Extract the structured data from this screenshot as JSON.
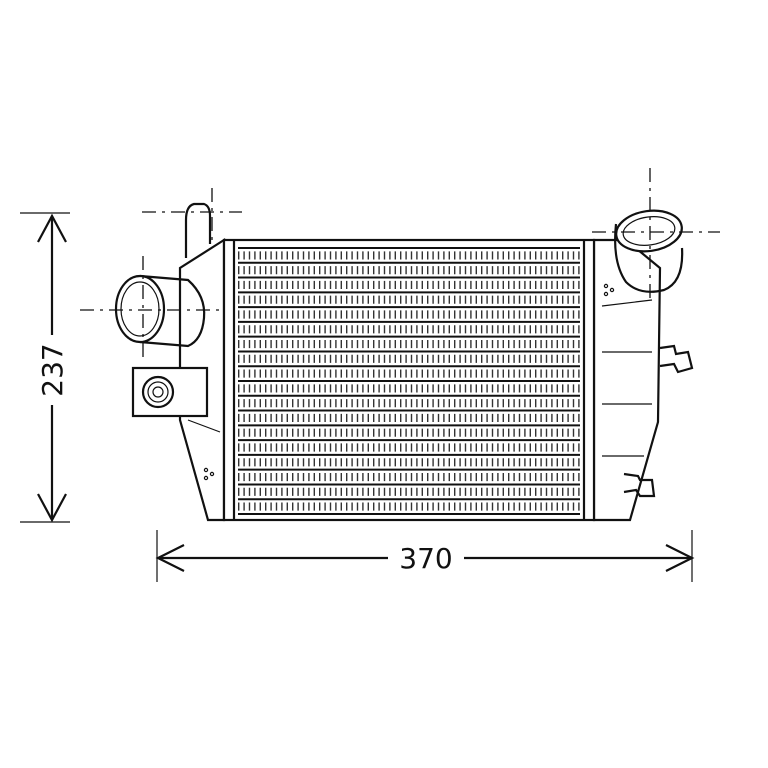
{
  "drawing": {
    "subject": "intercooler",
    "dimensions": {
      "height": "237",
      "width": "370"
    },
    "core": {
      "fin_rows": 18
    }
  }
}
